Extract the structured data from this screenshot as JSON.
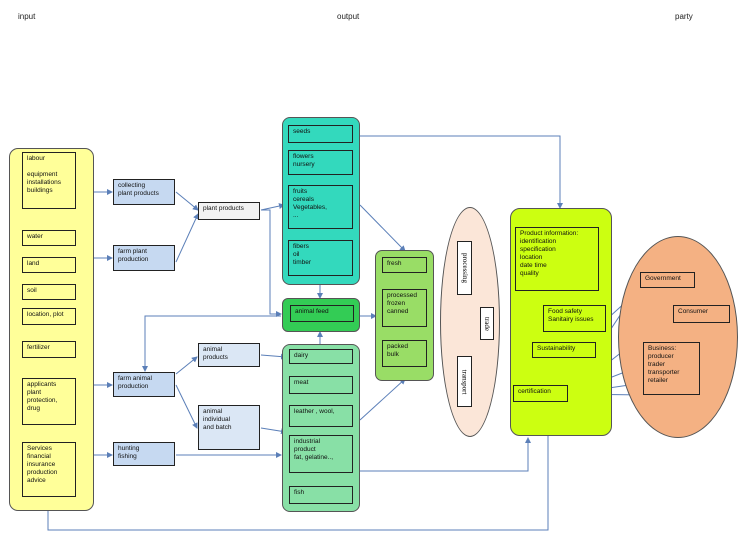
{
  "headers": {
    "input": "input",
    "output": "output",
    "party": "party"
  },
  "input": [
    "labour\n\nequipment\ninstallations\nbuildings",
    "water",
    "land",
    "soil",
    "location, plot",
    "fertilizer",
    "applicants\nplant\nprotection,\ndrug",
    "Services\nfinancial\ninsurance\nproduction\nadvice"
  ],
  "production": [
    "collecting\nplant products",
    "farm plant\nproduction",
    "farm animal\nproduction",
    "hunting\nfishing"
  ],
  "intermediate": [
    "plant products",
    "animal\nproducts",
    "animal\nindividual\nand batch"
  ],
  "plant_outputs": [
    "seeds",
    "flowers\nnursery",
    "fruits\ncereals\nVegetables,\n...",
    "fibers\noil\ntimber"
  ],
  "animal_feed": "animal feed",
  "animal_outputs": [
    "dairy",
    "meat",
    "leather , wool,",
    "industrial\nproduct\nfat, gelatine..,",
    "fish"
  ],
  "processed": [
    "fresh",
    "processed\nfrozen\ncanned",
    "packed\nbulk"
  ],
  "chain": [
    "processing",
    "trade",
    "transport"
  ],
  "info": {
    "product_information": "Product information:\nidentification\nspecification\nlocation\ndate time\nquality",
    "food_safety": "Food safety\nSanitairy issues",
    "sustainability": "Sustainability",
    "certification": "certification"
  },
  "party": [
    "Government",
    "Consumer",
    "Business:\nproducer\ntrader\ntransporter\nretailer"
  ],
  "colors": {
    "input": "#ffff99",
    "production": "#c6d9f1",
    "plant": "#33d9bd",
    "feed": "#33cc55",
    "animal": "#88e0a6",
    "processed": "#99dd66",
    "chain": "#fbe6d8",
    "info": "#ccff11",
    "party": "#f4b183"
  }
}
